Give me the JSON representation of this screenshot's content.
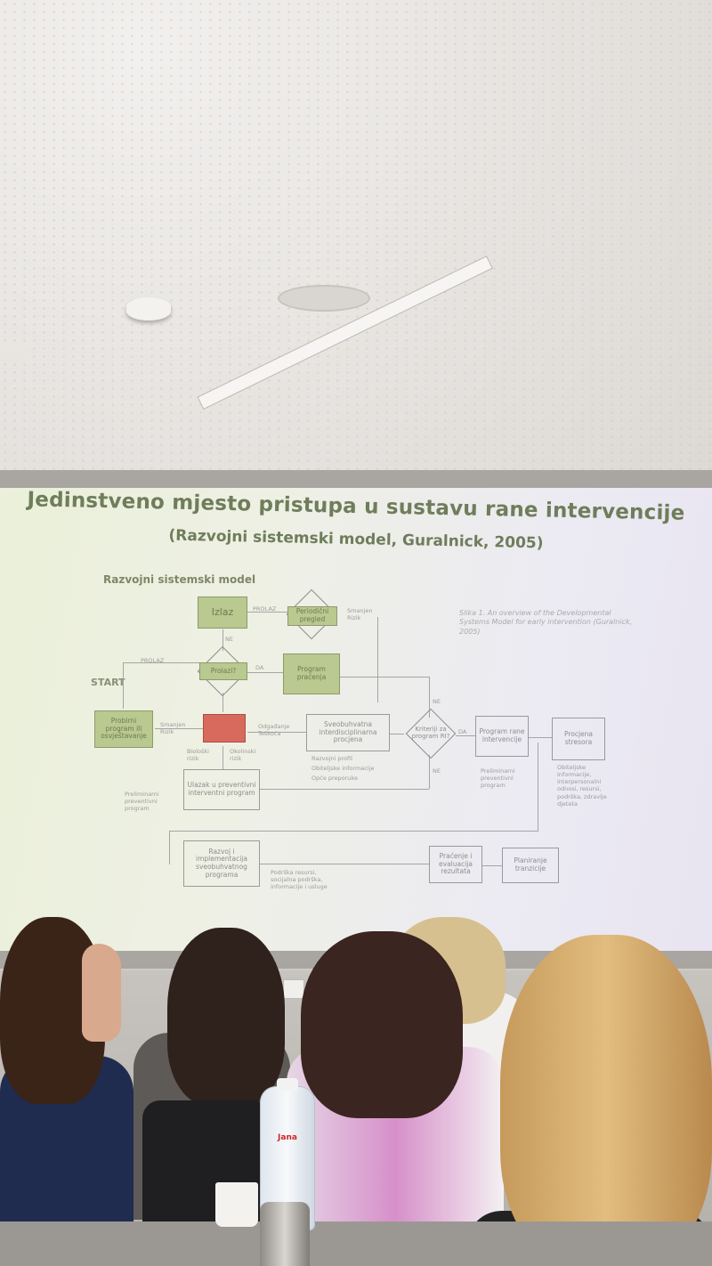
{
  "slide": {
    "title": "Jedinstveno mjesto pristupa u sustavu rane intervencije",
    "subtitle": "(Razvojni sistemski model, Guralnick, 2005)",
    "model_label": "Razvojni sistemski model",
    "start_label": "START",
    "caption": "Slika 1. An overview of the Developmental Systems Model for early intervention (Guralnick, 2005)"
  },
  "diagram": {
    "izlaz": "Izlaz",
    "periodicni_pregled": "Periodični pregled",
    "prolaz_top": "PROLAZ",
    "smanjen_rizik_top": "Smanjen Rizik",
    "ne_1": "NE",
    "prolaz_left": "PROLAZ",
    "prolazi": "Prolazi?",
    "da_1": "DA",
    "program_pracenja": "Program praćenja",
    "ne_2": "NE",
    "probirni_program": "Probirni program ili osvještavanje",
    "smanjen_rizik_left": "Smanjen Rizik",
    "odgadjanje": "Odgađanje Teškoća",
    "sveobuhvatna_procjena": "Sveobuhvatna interdisciplinarna procjena",
    "kriteriji": "Kriteriji za program RI?",
    "da_2": "DA",
    "program_rane_intervencije": "Program rane intervencije",
    "procjena_stresora": "Procjena stresora",
    "bioloski_rizik": "Biološki rizik",
    "okolinski_rizik": "Okolinski rizik",
    "razvojni_profil": "Razvojni profil",
    "obiteljske_info": "Obiteljske informacije",
    "opce_preporuke": "Opće preporuke",
    "ne_3": "NE",
    "preliminarni_program_right": "Preliminarni preventivni program",
    "preliminarni_program_left": "Preliminarni preventivni program",
    "ulazak_program": "Ulazak u preventivni interventni program",
    "stresori_notes": "Obiteljske informacije, interpersonalni odnosi, resursi, podrška, zdravlje djeteta",
    "razvoj_implementacija": "Razvoj i implementacija sveobuhvatnog programa",
    "podrska_resursi": "Podrška resursi, socijalna podrška, informacije i usluge",
    "pracenje_evaluacija": "Praćenje i evaluacija rezultata",
    "planiranje_tranzicije": "Planiranje tranzicije"
  },
  "bottle": {
    "brand": "Jana"
  },
  "colors": {
    "green_box": "#b9c98f",
    "red_box": "#d86a5d",
    "title_text": "#6f7d5a"
  }
}
